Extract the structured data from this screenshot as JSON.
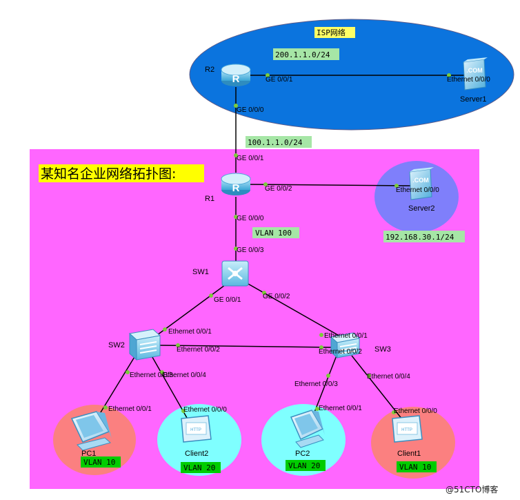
{
  "colors": {
    "enterprise_bg": "#FF66FF",
    "isp_bg": "#0B74DE",
    "server2_bg": "#7F7FFB",
    "pc_bg": "#FB8080",
    "client_bg": "#7FFFFF",
    "link": "#000000",
    "port_dot": "#7CCC3A",
    "subnet_label_bg": "#A6E6A6",
    "isp_label_bg": "#FFFF66",
    "title_bg": "#FFFF00",
    "vlan_end_bg": "#00CC00",
    "router_fill": "#6FC3E8",
    "switch_fill": "#7FD0EE"
  },
  "title": "某知名企业网络拓扑图:",
  "isp": {
    "label": "ISP网络",
    "subnet": "200.1.1.0/24"
  },
  "wan_subnet": "100.1.1.0/24",
  "server2_subnet": "192.168.30.1/24",
  "r1_vlan": "VLAN 100",
  "devices": {
    "r2": {
      "name": "R2",
      "icon": "router-icon"
    },
    "r1": {
      "name": "R1",
      "icon": "router-icon"
    },
    "server1": {
      "name": "Server1",
      "icon": "server-icon"
    },
    "server2": {
      "name": "Server2",
      "icon": "server-icon"
    },
    "sw1": {
      "name": "SW1",
      "icon": "core-switch-icon"
    },
    "sw2": {
      "name": "SW2",
      "icon": "switch-icon"
    },
    "sw3": {
      "name": "SW3",
      "icon": "switch-icon"
    },
    "pc1": {
      "name": "PC1",
      "vlan": "VLAN 10",
      "icon": "pc-icon"
    },
    "client2": {
      "name": "Client2",
      "vlan": "VLAN 20",
      "icon": "client-icon"
    },
    "pc2": {
      "name": "PC2",
      "vlan": "VLAN 20",
      "icon": "pc-icon"
    },
    "client1": {
      "name": "Client1",
      "vlan": "VLAN 10",
      "icon": "client-icon"
    }
  },
  "ports": {
    "r2_ge001": "GE 0/0/1",
    "server1_eth": "Ethernet 0/0/0",
    "r2_ge000": "GE 0/0/0",
    "r1_ge001": "GE 0/0/1",
    "r1_ge002": "GE 0/0/2",
    "server2_eth": "Ethernet 0/0/0",
    "r1_ge000": "GE 0/0/0",
    "sw1_ge003": "GE 0/0/3",
    "sw1_ge001": "GE 0/0/1",
    "sw1_ge002": "GE 0/0/2",
    "sw2_eth001": "Ethernet 0/0/1",
    "sw2_eth002": "Ethernet 0/0/2",
    "sw2_eth003": "Ethernet 0/0/3",
    "sw2_eth004": "Ethernet 0/0/4",
    "sw3_eth001": "Ethernet 0/0/1",
    "sw3_eth002": "Ethernet 0/0/2",
    "sw3_eth003": "Ethernet 0/0/3",
    "sw3_eth004": "Ethernet 0/0/4",
    "pc1_eth": "Ethernet 0/0/1",
    "client2_eth": "Ethernet 0/0/0",
    "pc2_eth": "Ethernet 0/0/1",
    "client1_eth": "Ethernet 0/0/0"
  },
  "client_screen_text": "HTTP",
  "server_badge_text": ".COM",
  "watermark": "@51CTO博客"
}
